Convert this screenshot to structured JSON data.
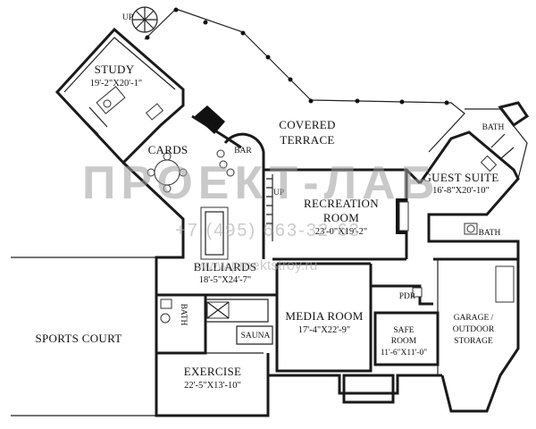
{
  "rooms": {
    "study": {
      "name": "STUDY",
      "dims": "19'-2\"X20'-1\""
    },
    "cards": {
      "name": "CARDS"
    },
    "bar": {
      "name": "BAR"
    },
    "terrace": {
      "name1": "COVERED",
      "name2": "TERRACE"
    },
    "bath_top": {
      "name": "BATH"
    },
    "guest": {
      "name": "GUEST SUITE",
      "dims": "16'-8\"X20'-10\""
    },
    "bath_right": {
      "name": "BATH"
    },
    "recreation": {
      "name1": "RECREATION",
      "name2": "ROOM",
      "dims": "23'-0\"X19'-2\""
    },
    "billiards": {
      "name": "BILLIARDS",
      "dims": "18'-5\"X24'-7\""
    },
    "media": {
      "name": "MEDIA ROOM",
      "dims": "17'-4\"X22'-9\""
    },
    "pdr": {
      "name": "PDR"
    },
    "safe": {
      "name1": "SAFE",
      "name2": "ROOM",
      "dims": "11'-6\"X11'-0\""
    },
    "garage": {
      "name1": "GARAGE /",
      "name2": "OUTDOOR",
      "name3": "STORAGE"
    },
    "bath_left": {
      "name": "BATH"
    },
    "sauna": {
      "name": "SAUNA"
    },
    "exercise": {
      "name": "EXERCISE",
      "dims": "22'-5\"X13'-10\""
    },
    "sports": {
      "name": "SPORTS COURT"
    }
  },
  "stairs": {
    "up_top": "UP",
    "up_mid": "UP"
  },
  "watermark": {
    "brand": "ПРОЕКТ-ЛАБ",
    "phone": "+7 (495) 663-32-63",
    "url": "www.proektstroy.ru"
  }
}
